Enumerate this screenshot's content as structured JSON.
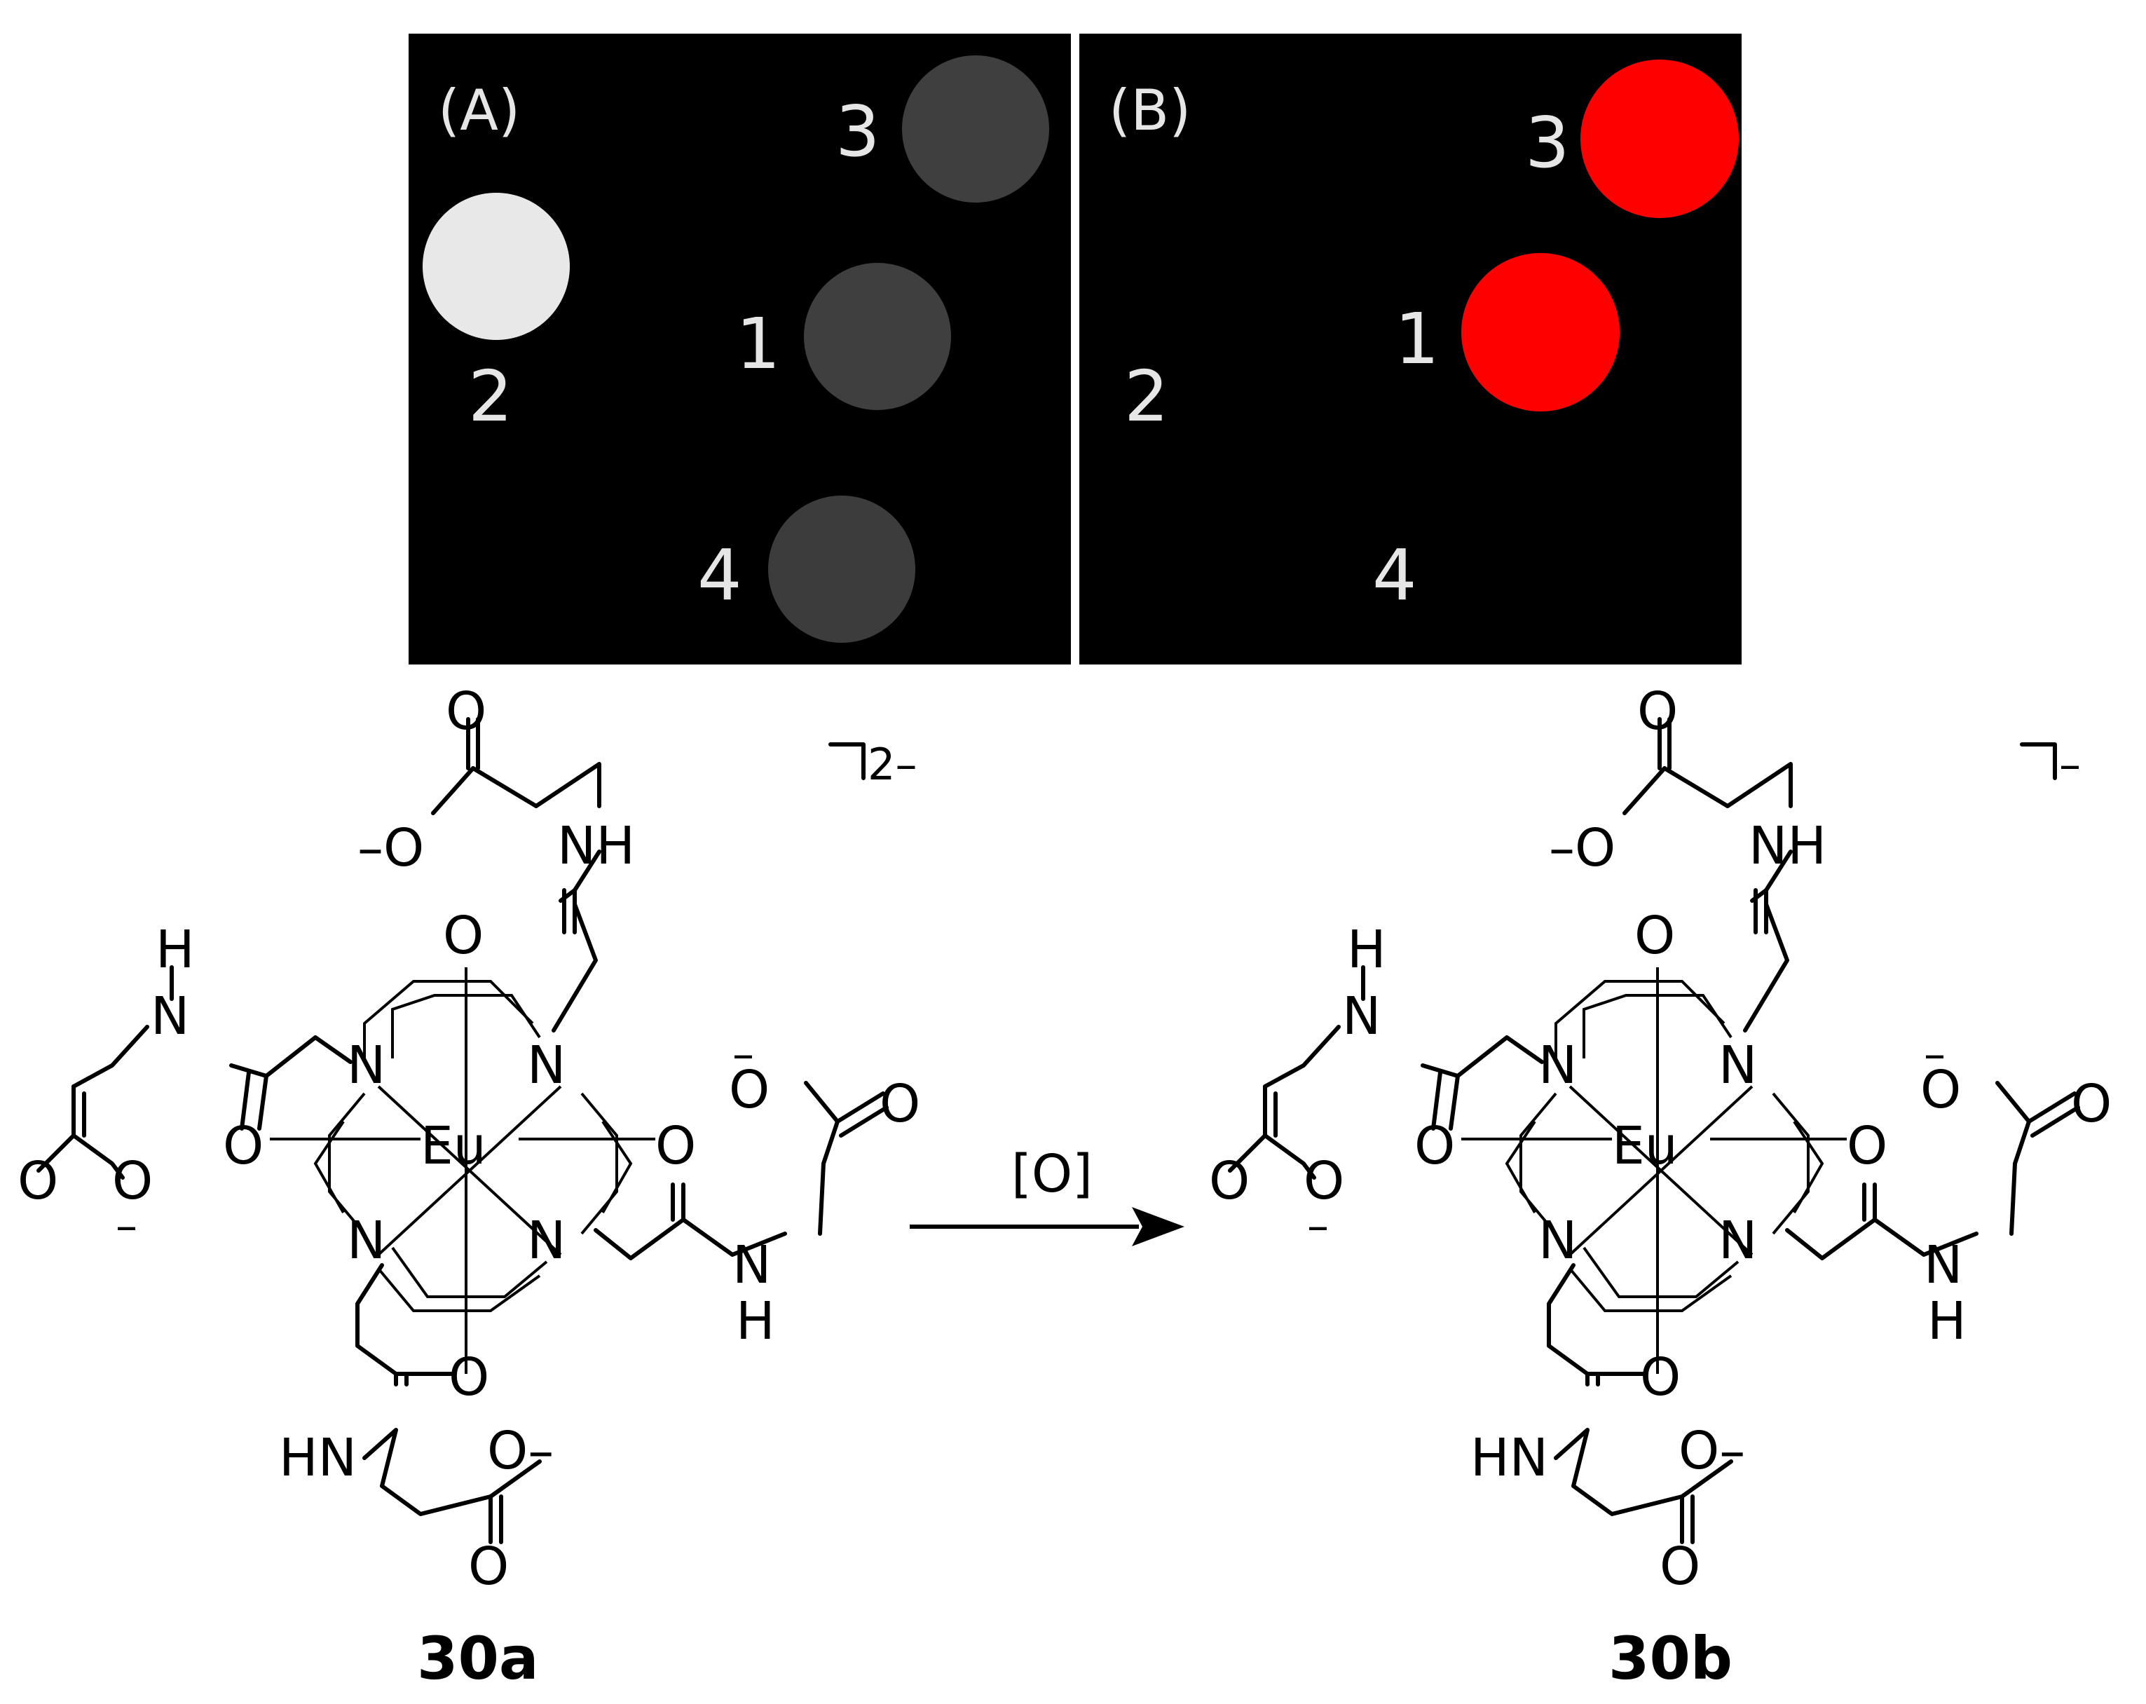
{
  "panels": [
    {
      "label": "(A)",
      "spots": [
        {
          "num": "3",
          "color": "#3f3f3f"
        },
        {
          "num": "2",
          "color": "#e8e8e8"
        },
        {
          "num": "1",
          "color": "#3f3f3f"
        },
        {
          "num": "4",
          "color": "#3c3c3c"
        }
      ]
    },
    {
      "label": "(B)",
      "spots": [
        {
          "num": "3",
          "color": "#ff0000"
        },
        {
          "num": "2",
          "color": null
        },
        {
          "num": "1",
          "color": "#ff0000"
        },
        {
          "num": "4",
          "color": null
        }
      ]
    }
  ],
  "colors": {
    "panel_bg": "#000000",
    "page_bg": "#ffffff"
  },
  "reaction": {
    "reagent": "[O]"
  },
  "atoms": {
    "O": "O",
    "N": "N",
    "NH": "NH",
    "HN": "HN",
    "H": "H",
    "Eu": "Eu",
    "O_minus_left": "–O",
    "O_minus_right": "O–",
    "O_minus": "–"
  },
  "compounds": [
    {
      "id": "30a",
      "charge": "2–"
    },
    {
      "id": "30b",
      "charge": "–"
    }
  ]
}
